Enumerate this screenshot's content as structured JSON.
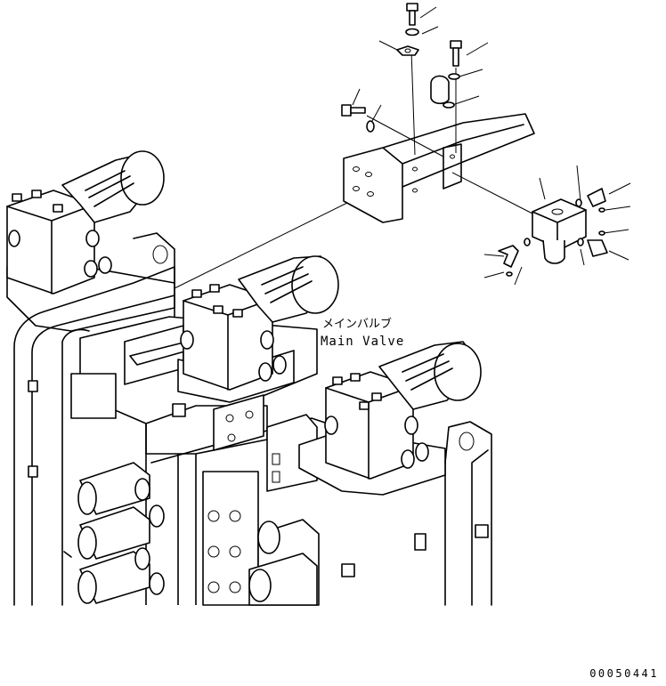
{
  "callout": {
    "label_jp": "メインバルブ",
    "label_en": "Main Valve"
  },
  "drawing_number": "00050441",
  "icons": [
    "main-valve-assembly",
    "bracket",
    "valve-block",
    "bolt",
    "washer",
    "elbow-fitting"
  ]
}
